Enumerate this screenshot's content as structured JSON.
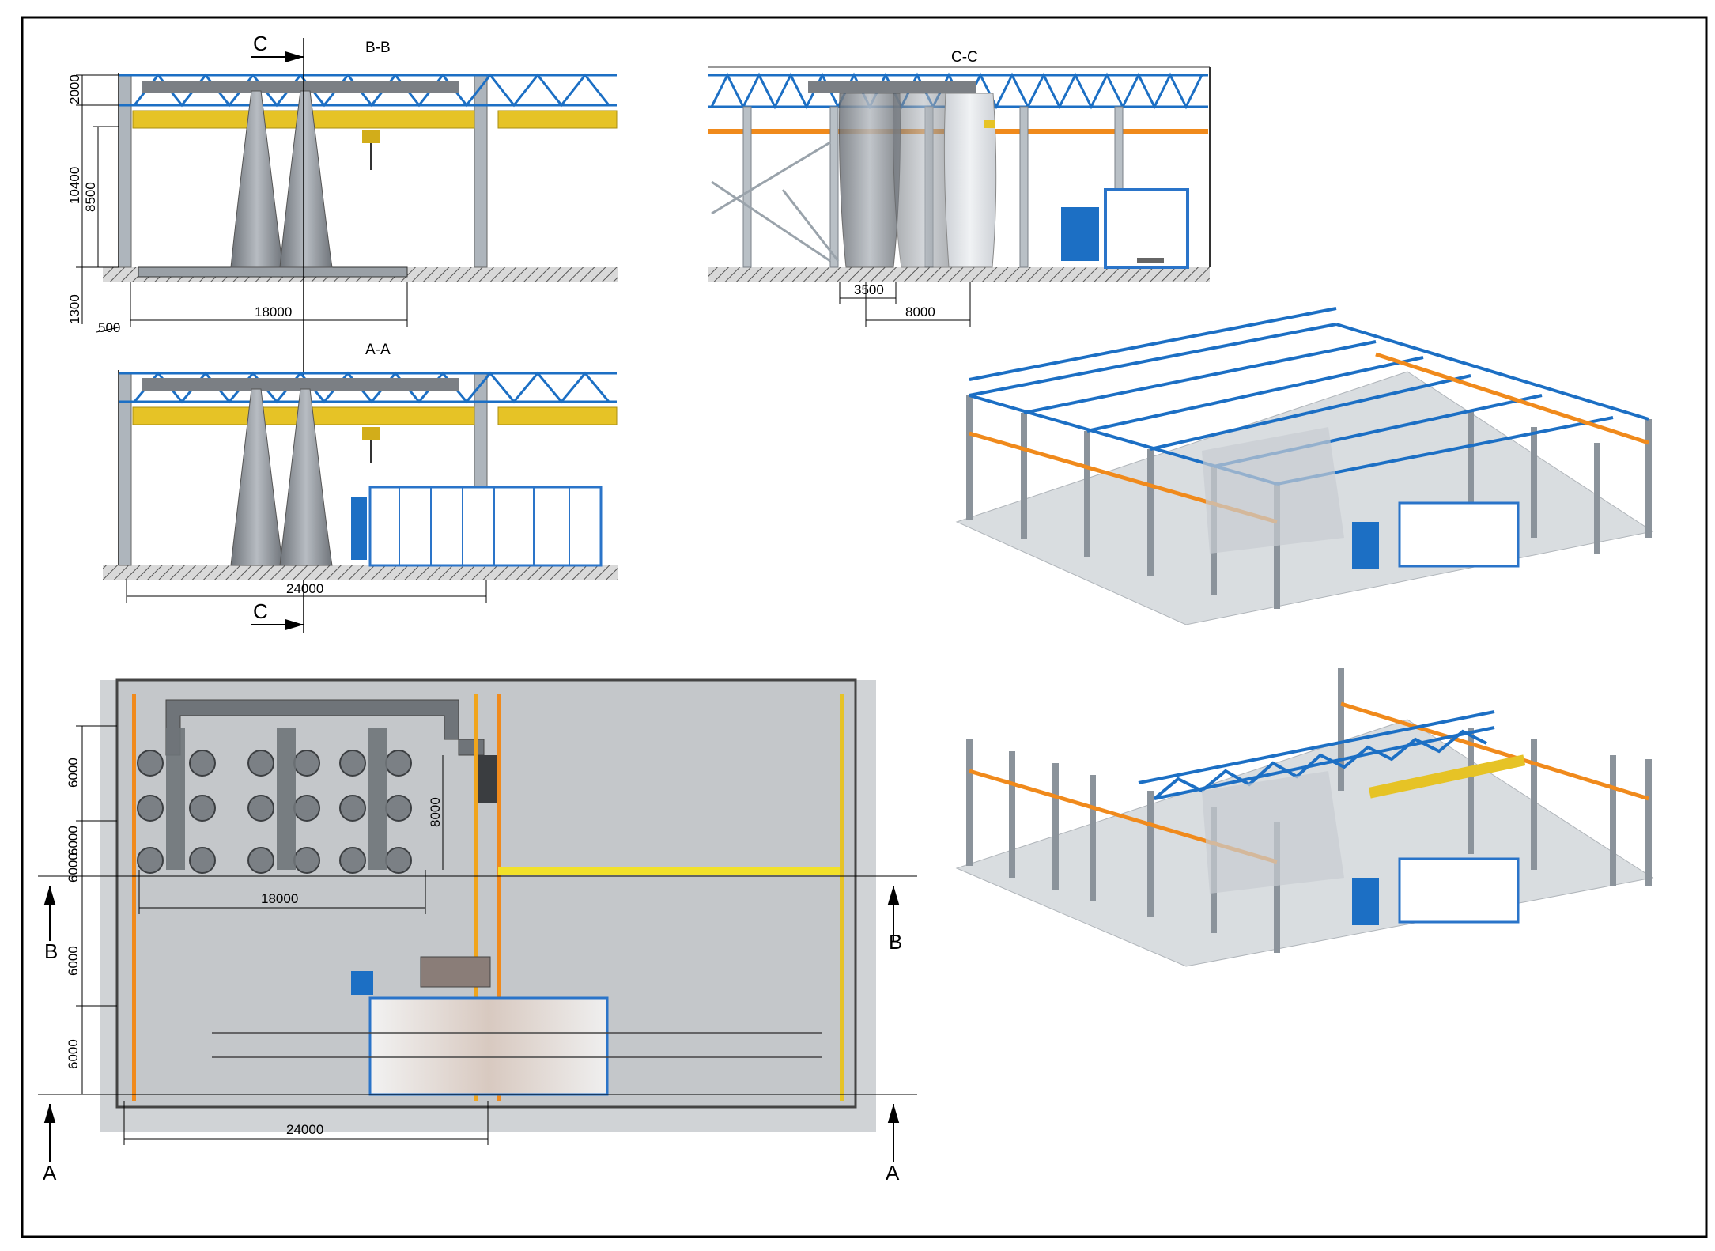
{
  "colors": {
    "truss": "#1c6fc4",
    "crane_beam": "#e6c326",
    "rail": "#f08a1c",
    "column": "#9aa4ad",
    "booth": "#2a74c9",
    "floor": "#c9cdd1",
    "hatch": "#555555"
  },
  "sections": {
    "bb": {
      "title": "B-B",
      "marker": "C"
    },
    "cc": {
      "title": "C-C"
    },
    "aa": {
      "title": "A-A",
      "marker": "C"
    }
  },
  "dimensions": {
    "bb_h1": "2000",
    "bb_h2": "10400",
    "bb_h3": "8500",
    "bb_h4": "1300",
    "bb_w1": "500",
    "bb_w2": "18000",
    "cc_w1": "3500",
    "cc_w2": "8000",
    "aa_w": "24000",
    "plan_v1": "6000",
    "plan_v2": "6000",
    "plan_v3": "6000",
    "plan_v4": "6000",
    "plan_v5": "6000",
    "plan_h1": "18000",
    "plan_h2": "24000",
    "plan_v_booth": "8000"
  },
  "plan_markers": {
    "b_left": "B",
    "b_right": "B",
    "a_left": "A",
    "a_right": "A"
  },
  "icons": [
    "arrow-icon",
    "break-line-icon"
  ]
}
